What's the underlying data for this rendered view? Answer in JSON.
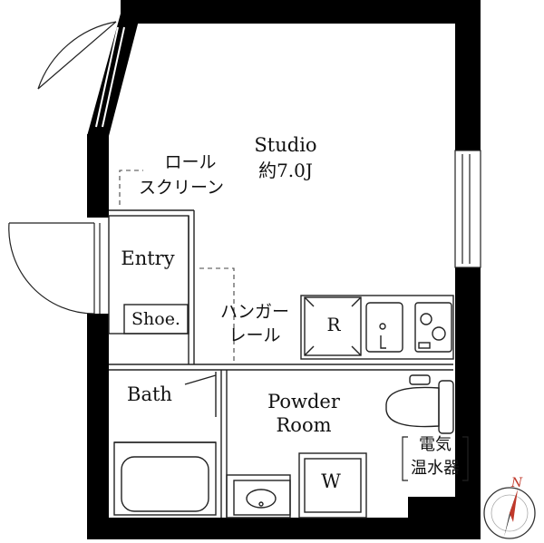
{
  "rooms": {
    "studio": {
      "name": "Studio",
      "area": "約7.0J"
    },
    "roll_screen": {
      "line1": "ロール",
      "line2": "スクリーン"
    },
    "entry": {
      "name": "Entry"
    },
    "shoe": {
      "name": "Shoe."
    },
    "hanger": {
      "line1": "ハンガー",
      "line2": "レール"
    },
    "fridge": {
      "name": "R"
    },
    "bath": {
      "name": "Bath"
    },
    "powder": {
      "line1": "Powder",
      "line2": "Room"
    },
    "water_heater": {
      "line1": "電気",
      "line2": "温水器"
    },
    "washer": {
      "name": "W"
    }
  },
  "compass": {
    "label": "N"
  },
  "colors": {
    "wall": "#000000",
    "line": "#222222",
    "north": "#c0392b"
  }
}
